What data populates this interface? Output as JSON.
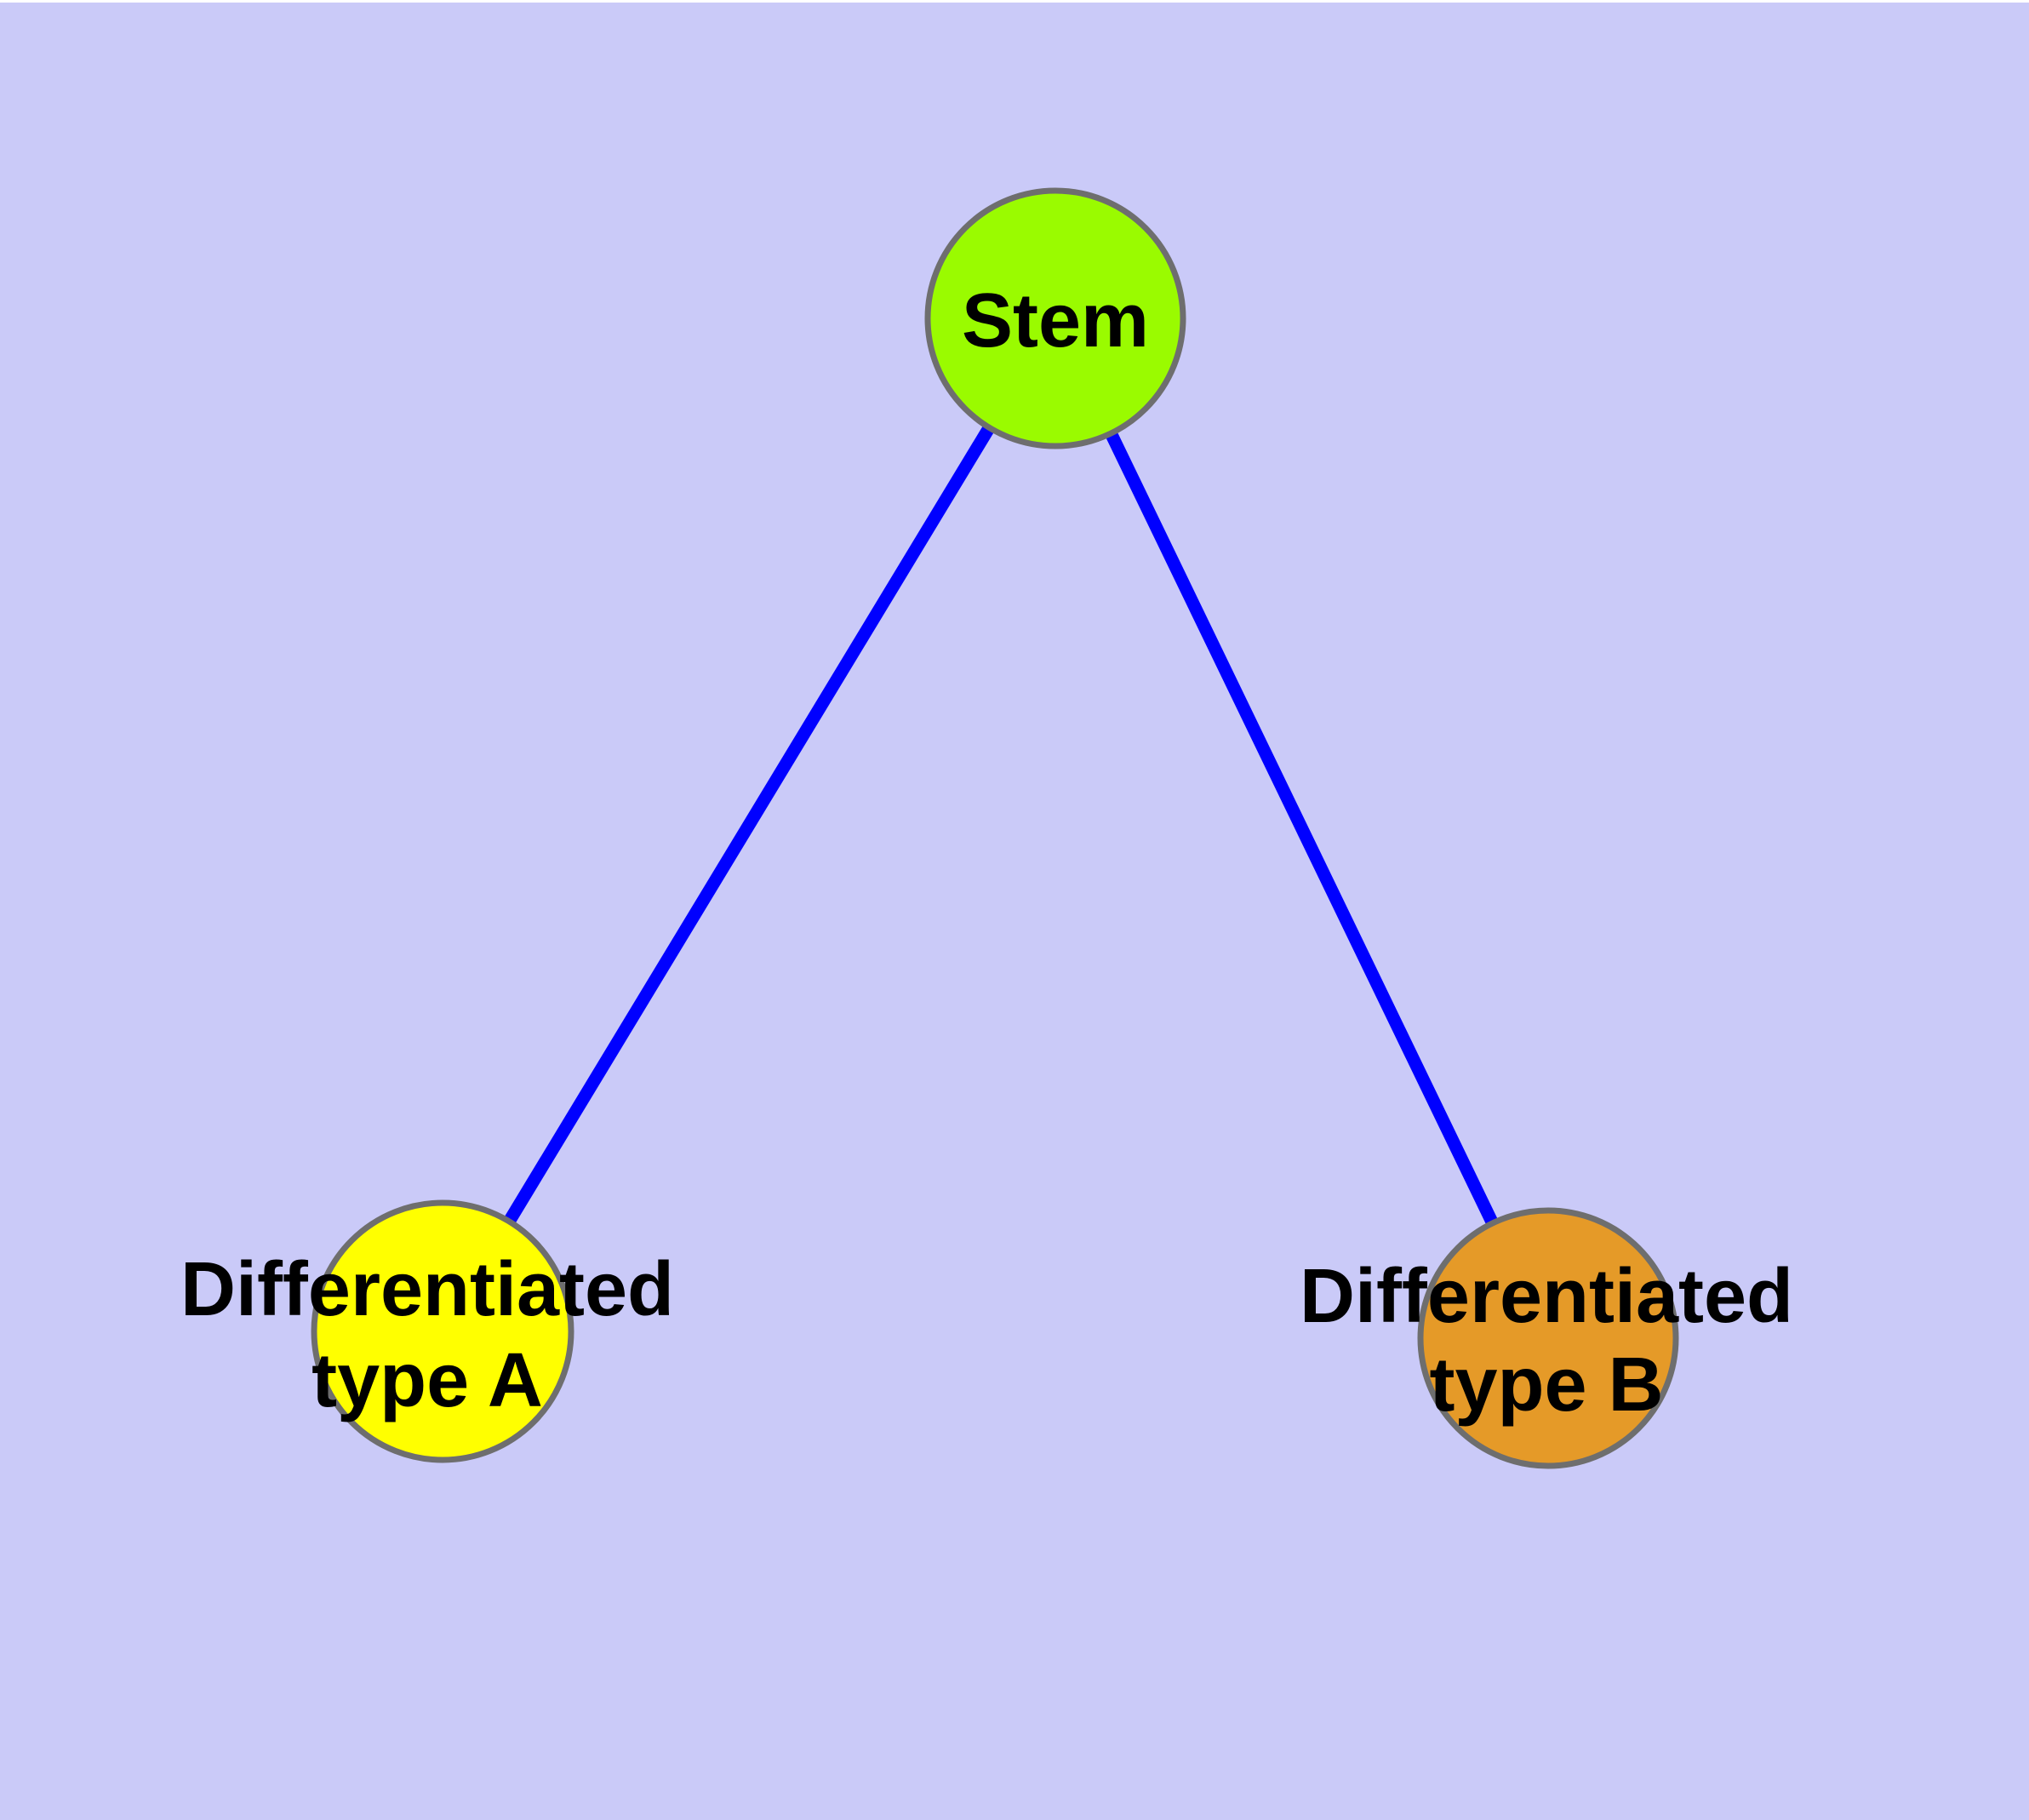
{
  "diagram": {
    "type": "node-link-graph",
    "background_color": "#CACAF8",
    "page_margin_color": "#FFFFFF",
    "edge_color": "#0000FF",
    "node_border_color": "#6E6E6E",
    "label_color": "#000000",
    "nodes": [
      {
        "id": "stem",
        "label": "Stem",
        "fill": "#9AFB00"
      },
      {
        "id": "differentiated-type-a",
        "label_line1": "Differentiated",
        "label_line2": "type A",
        "fill": "#FFFF00"
      },
      {
        "id": "differentiated-type-b",
        "label_line1": "Differentiated",
        "label_line2": "type B",
        "fill": "#E59A28"
      }
    ],
    "edges": [
      {
        "from": "Stem",
        "to": "Differentiated type A"
      },
      {
        "from": "Stem",
        "to": "Differentiated type B"
      }
    ]
  }
}
